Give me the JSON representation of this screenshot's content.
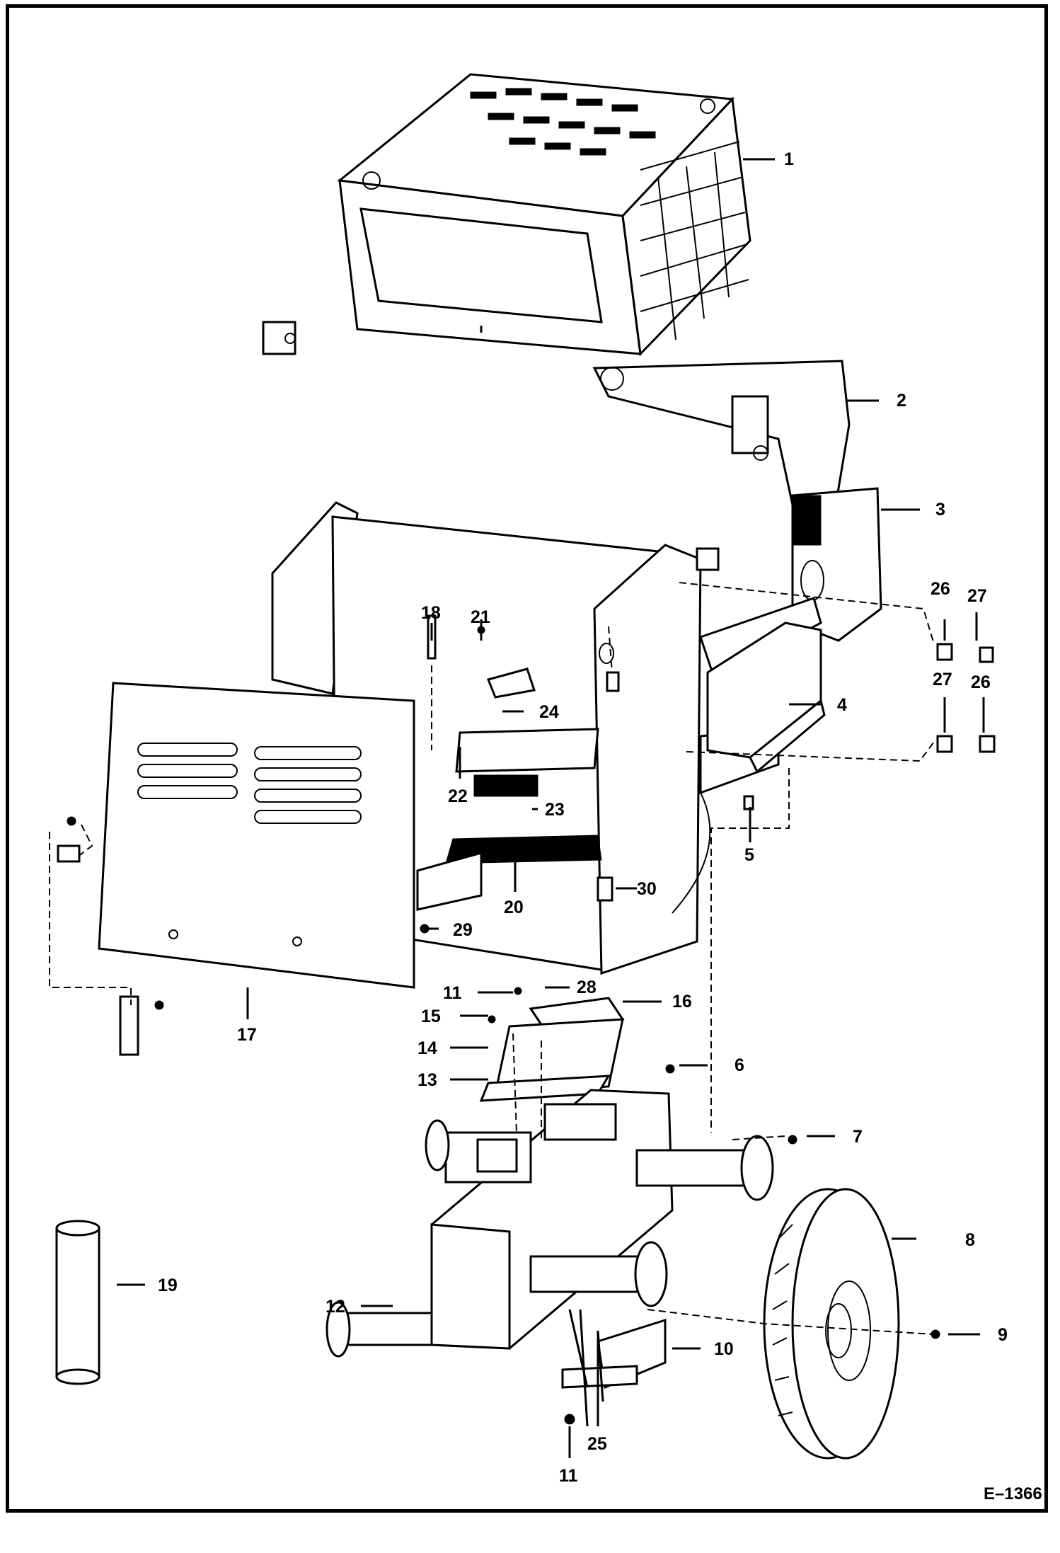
{
  "diagram": {
    "document_id": "E–1366",
    "callouts": [
      {
        "id": "c1",
        "label": "1"
      },
      {
        "id": "c2",
        "label": "2"
      },
      {
        "id": "c3",
        "label": "3"
      },
      {
        "id": "c4",
        "label": "4"
      },
      {
        "id": "c5",
        "label": "5"
      },
      {
        "id": "c6",
        "label": "6"
      },
      {
        "id": "c7",
        "label": "7"
      },
      {
        "id": "c8",
        "label": "8"
      },
      {
        "id": "c9",
        "label": "9"
      },
      {
        "id": "c10",
        "label": "10"
      },
      {
        "id": "c11a",
        "label": "11"
      },
      {
        "id": "c11b",
        "label": "11"
      },
      {
        "id": "c12",
        "label": "12"
      },
      {
        "id": "c13",
        "label": "13"
      },
      {
        "id": "c14",
        "label": "14"
      },
      {
        "id": "c15",
        "label": "15"
      },
      {
        "id": "c16",
        "label": "16"
      },
      {
        "id": "c17",
        "label": "17"
      },
      {
        "id": "c18",
        "label": "18"
      },
      {
        "id": "c19",
        "label": "19"
      },
      {
        "id": "c20",
        "label": "20"
      },
      {
        "id": "c21",
        "label": "21"
      },
      {
        "id": "c22",
        "label": "22"
      },
      {
        "id": "c23",
        "label": "23"
      },
      {
        "id": "c24",
        "label": "24"
      },
      {
        "id": "c25",
        "label": "25"
      },
      {
        "id": "c26a",
        "label": "26"
      },
      {
        "id": "c26b",
        "label": "26"
      },
      {
        "id": "c27a",
        "label": "27"
      },
      {
        "id": "c27b",
        "label": "27"
      },
      {
        "id": "c28",
        "label": "28"
      },
      {
        "id": "c29",
        "label": "29"
      },
      {
        "id": "c30",
        "label": "30"
      }
    ]
  }
}
